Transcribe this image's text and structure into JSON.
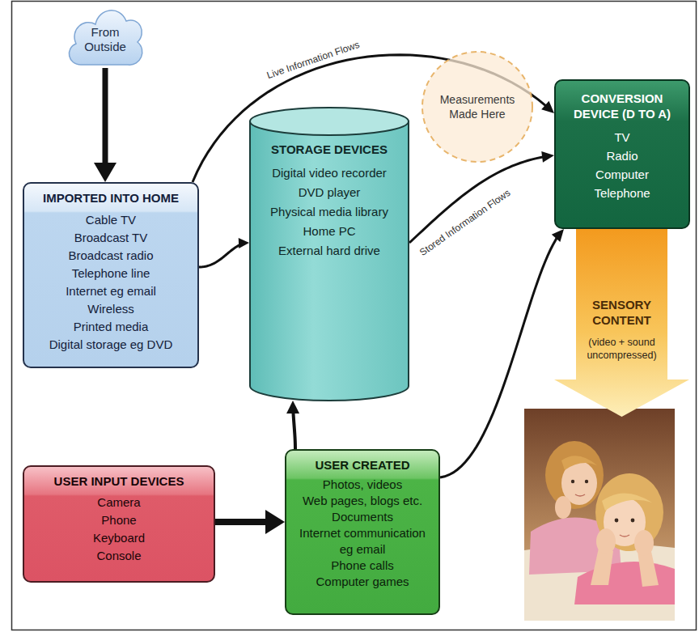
{
  "diagram": {
    "nodes": [
      {
        "text": [
          "From Outside"
        ]
      },
      {
        "text": [
          "IMPORTED INTO HOME",
          "Cable TV",
          "Broadcast TV",
          "Broadcast radio",
          "Telephone line",
          "Internet eg email",
          "Wireless",
          "Printed media",
          "Digital storage eg DVD"
        ]
      },
      {
        "text": [
          "STORAGE DEVICES",
          "Digital video recorder",
          "DVD player",
          "Physical media library",
          "Home PC",
          "External hard drive"
        ]
      },
      {
        "text": [
          "Measurements Made Here"
        ]
      },
      {
        "text": [
          "CONVERSION DEVICE (D TO A)",
          "TV",
          "Radio",
          "Computer",
          "Telephone"
        ]
      },
      {
        "text": [
          "SENSORY CONTENT",
          "(video + sound uncompressed)"
        ]
      },
      {
        "text": [
          "USER INPUT DEVICES",
          "Camera",
          "Phone",
          "Keyboard",
          "Console"
        ]
      },
      {
        "text": [
          "USER CREATED",
          "Photos, videos",
          "Web pages, blogs etc.",
          "Documents",
          "Internet communication eg email",
          "Phone calls",
          "Computer games"
        ]
      }
    ],
    "edges": [
      {
        "from": 0,
        "to": 1,
        "arrow": "to"
      },
      {
        "from": 1,
        "to": 4,
        "label": "Live Information Flows",
        "arrow": "to"
      },
      {
        "from": 1,
        "to": 2,
        "arrow": "to"
      },
      {
        "from": 2,
        "to": 4,
        "label": "Stored Information Flows",
        "arrow": "to"
      },
      {
        "from": 6,
        "to": 7,
        "arrow": "to"
      },
      {
        "from": 7,
        "to": 2,
        "arrow": "to"
      },
      {
        "from": 7,
        "to": 4,
        "arrow": "to"
      }
    ]
  }
}
